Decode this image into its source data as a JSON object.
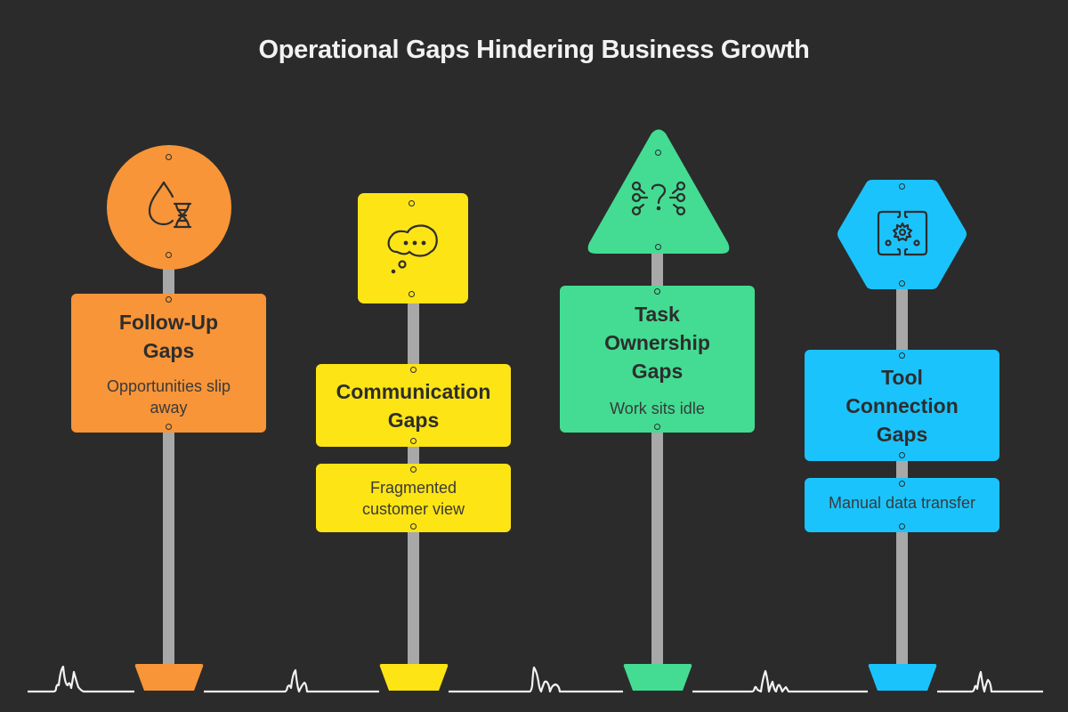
{
  "title": "Operational Gaps Hindering Business Growth",
  "signs": [
    {
      "id": "follow-up",
      "shape": "circle",
      "icon": "water-drop-dna-icon",
      "color": "#f79538",
      "heading": "Follow-Up Gaps",
      "heading_lines": [
        "Follow-Up",
        "Gaps"
      ],
      "description": "Opportunities slip away",
      "description_lines": [
        "Opportunities slip",
        "away"
      ]
    },
    {
      "id": "communication",
      "shape": "square",
      "icon": "thought-bubble-icon",
      "color": "#fde414",
      "heading": "Communication Gaps",
      "heading_lines": [
        "Communication",
        "Gaps"
      ],
      "description": "Fragmented customer view",
      "description_lines": [
        "Fragmented",
        "customer view"
      ]
    },
    {
      "id": "task-ownership",
      "shape": "triangle",
      "icon": "question-network-icon",
      "color": "#43dc92",
      "heading": "Task Ownership Gaps",
      "heading_lines": [
        "Task",
        "Ownership",
        "Gaps"
      ],
      "description": "Work sits idle",
      "description_lines": [
        "Work sits idle"
      ]
    },
    {
      "id": "tool-connection",
      "shape": "hexagon",
      "icon": "gear-connector-icon",
      "color": "#1bc3fc",
      "heading": "Tool Connection Gaps",
      "heading_lines": [
        "Tool",
        "Connection",
        "Gaps"
      ],
      "description": "Manual data transfer",
      "description_lines": [
        "Manual data transfer"
      ]
    }
  ],
  "colors": {
    "background": "#2b2b2b",
    "post": "#a8a8a8",
    "ground": "#f2f2f2",
    "text_dark": "#2d2d2d"
  }
}
